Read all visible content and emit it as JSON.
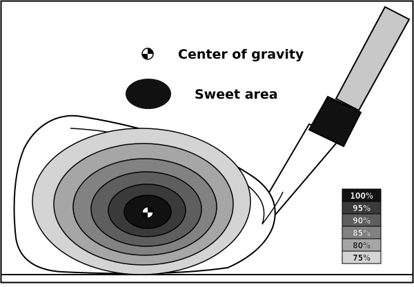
{
  "legend_key": {
    "cog_label": "Center of gravity",
    "sweet_label": "Sweet area"
  },
  "colors": {
    "outline": "#000000",
    "background": "#ffffff",
    "grip": "#c8c8c8",
    "hosel_band": "#111111"
  },
  "zones": [
    {
      "percent": "100%",
      "color": "#111111"
    },
    {
      "percent": "95%",
      "color": "#3a3a3a"
    },
    {
      "percent": "90%",
      "color": "#5e5e5e"
    },
    {
      "percent": "85%",
      "color": "#828282"
    },
    {
      "percent": "80%",
      "color": "#a6a6a6"
    },
    {
      "percent": "75%",
      "color": "#d4d4d4"
    }
  ]
}
